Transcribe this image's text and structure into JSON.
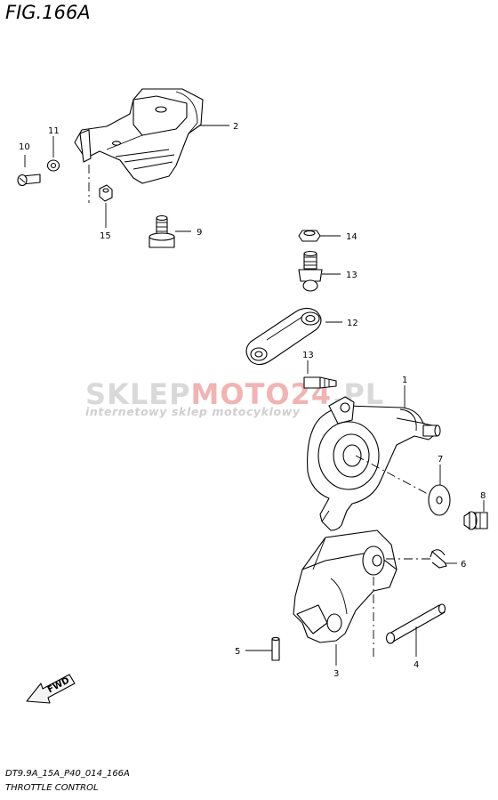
{
  "figure": {
    "title": "FIG.166A",
    "code": "DT9.9A_15A_P40_014_166A",
    "name": "THROTTLE CONTROL"
  },
  "watermark": {
    "main_a": "SKLEP",
    "main_b": "MOTO",
    "main_c": "24",
    "main_d": ".PL",
    "sub": "internetowy sklep motocyklowy"
  },
  "fwd_label": "FWD",
  "callouts": {
    "c1": "1",
    "c2": "2",
    "c3": "3",
    "c4": "4",
    "c5": "5",
    "c6": "6",
    "c7": "7",
    "c8": "8",
    "c9": "9",
    "c10": "10",
    "c11": "11",
    "c12": "12",
    "c13a": "13",
    "c13b": "13",
    "c14": "14",
    "c15": "15"
  }
}
